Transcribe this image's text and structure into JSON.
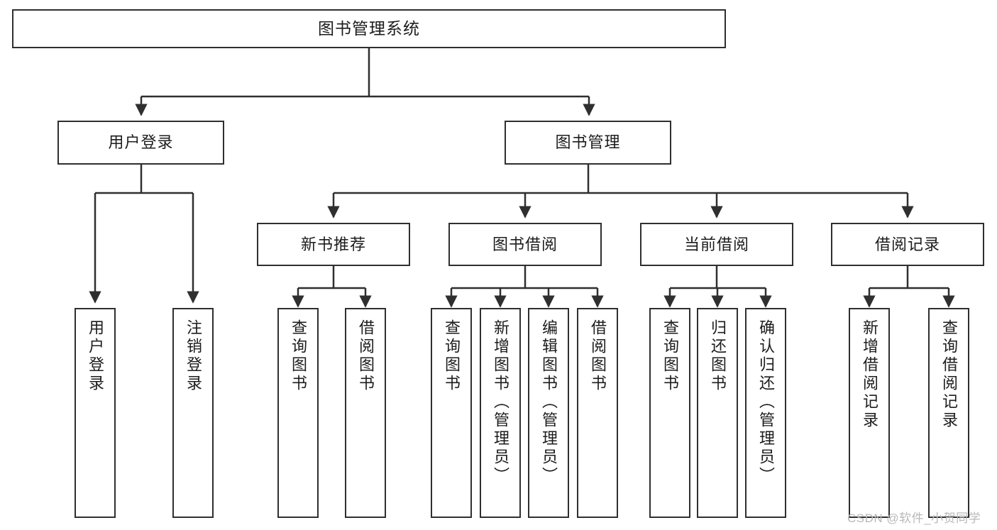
{
  "diagram": {
    "type": "tree",
    "title": "图书管理系统",
    "watermark": "CSDN @软件_小贺同学",
    "colors": {
      "stroke": "#2f2f2f",
      "fill": "#ffffff",
      "text": "#1c1c1c",
      "watermark": "#b9b9b9"
    },
    "nodes": {
      "root": {
        "label": "图书管理系统"
      },
      "level1": [
        {
          "id": "user-login",
          "label": "用户登录"
        },
        {
          "id": "book-manage",
          "label": "图书管理"
        }
      ],
      "level2": [
        {
          "id": "new-book-recommend",
          "label": "新书推荐"
        },
        {
          "id": "book-borrow",
          "label": "图书借阅"
        },
        {
          "id": "current-borrow",
          "label": "当前借阅"
        },
        {
          "id": "borrow-record",
          "label": "借阅记录"
        }
      ],
      "leaves": {
        "user-login": [
          {
            "id": "leaf-user-login",
            "label": "用户登录"
          },
          {
            "id": "leaf-logout",
            "label": "注销登录"
          }
        ],
        "new-book-recommend": [
          {
            "id": "leaf-query-book-1",
            "label": "查询图书"
          },
          {
            "id": "leaf-borrow-book-1",
            "label": "借阅图书"
          }
        ],
        "book-borrow": [
          {
            "id": "leaf-query-book-2",
            "label": "查询图书"
          },
          {
            "id": "leaf-add-book",
            "label": "新增图书（管理员）"
          },
          {
            "id": "leaf-edit-book",
            "label": "编辑图书（管理员）"
          },
          {
            "id": "leaf-borrow-book-2",
            "label": "借阅图书"
          }
        ],
        "current-borrow": [
          {
            "id": "leaf-query-book-3",
            "label": "查询图书"
          },
          {
            "id": "leaf-return-book",
            "label": "归还图书"
          },
          {
            "id": "leaf-confirm-return",
            "label": "确认归还（管理员）"
          }
        ],
        "borrow-record": [
          {
            "id": "leaf-add-record",
            "label": "新增借阅记录"
          },
          {
            "id": "leaf-query-record",
            "label": "查询借阅记录"
          }
        ]
      }
    }
  }
}
